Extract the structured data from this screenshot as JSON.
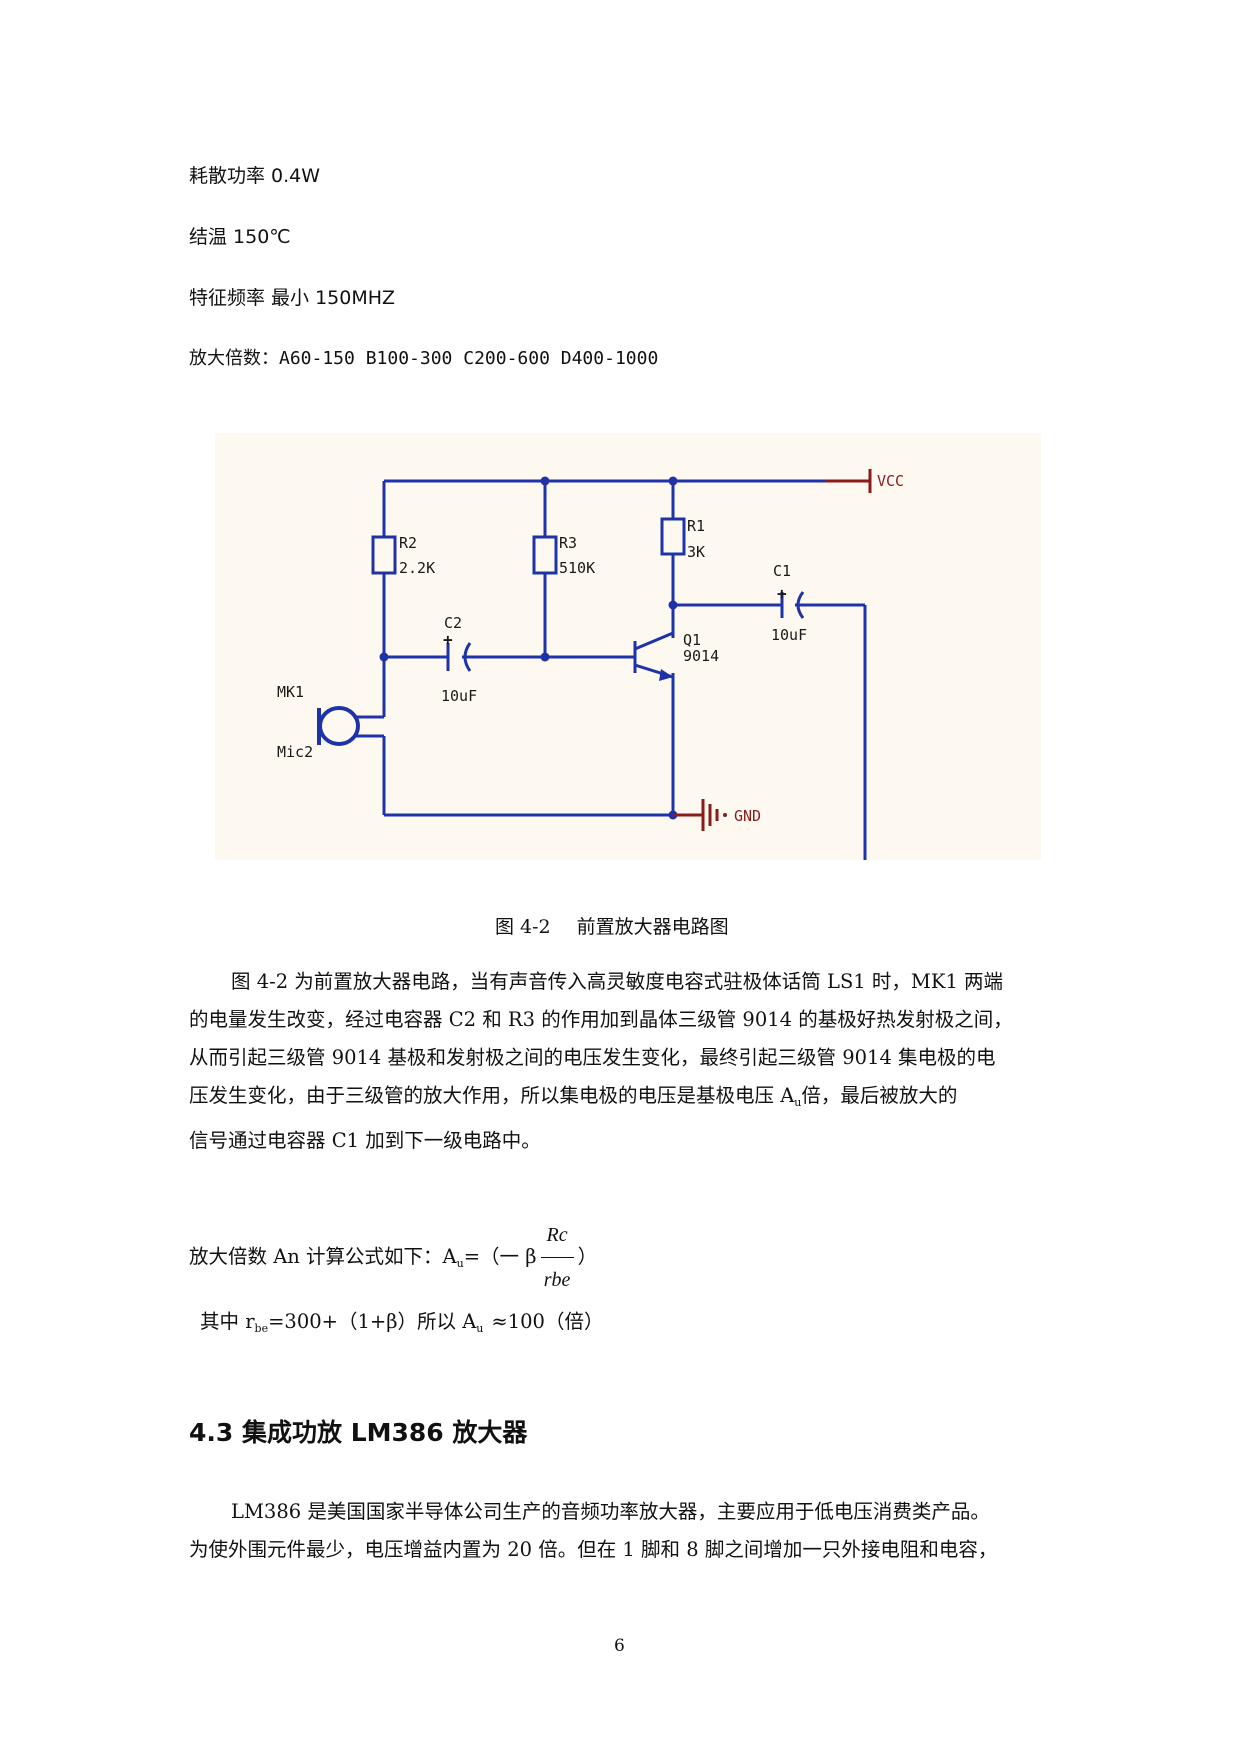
{
  "specs": [
    "耗散功率  0.4W",
    "结温  150℃",
    "特征频率  最小  150MHZ",
    "放大倍数：A60-150 B100-300 C200-600 D400-1000"
  ],
  "circuit": {
    "labels": {
      "vcc": "VCC",
      "gnd": "GND",
      "r1_name": "R1",
      "r1_value": "3K",
      "r2_name": "R2",
      "r2_value": "2.2K",
      "r3_name": "R3",
      "r3_value": "510K",
      "c1_name": "C1",
      "c1_value": "10uF",
      "c2_name": "C2",
      "c2_value": "10uF",
      "q1_name": "Q1",
      "q1_value": "9014",
      "mk1_name": "MK1",
      "mk1_value": "Mic2",
      "plus": "+"
    },
    "colors": {
      "wire": "#1f33a8",
      "power": "#8b1c1c",
      "background": "#fdf8f0"
    }
  },
  "caption": {
    "number": "图 4-2",
    "title": "前置放大器电路图"
  },
  "paragraph1": {
    "lines": [
      "图 4-2 为前置放大器电路，当有声音传入高灵敏度电容式驻极体话筒 LS1 时，MK1 两端",
      "的电量发生改变，经过电容器 C2 和 R3 的作用加到晶体三级管 9014 的基极好热发射极之间，",
      "从而引起三级管 9014 基极和发射极之间的电压发生变化，最终引起三级管 9014 集电极的电",
      "压发生变化，由于三级管的放大作用，所以集电极的电压是基极电压 A"
    ],
    "line4_sub": "u",
    "line4_tail": "倍，最后被放大的",
    "line5": "信号通过电容器 C1 加到下一级电路中。"
  },
  "formula": {
    "prefix": "放大倍数 An 计算公式如下：A",
    "sub": "u",
    "eq": "=（一 β",
    "numerator": "Rc",
    "denominator": "rbe",
    "close": "）"
  },
  "where": {
    "prefix": "其中 r",
    "sub": "be",
    "mid": "=300+（1+β）所以 A",
    "sub2": "u",
    "tail": "≈100（倍）"
  },
  "heading": "4.3 集成功放 LM386 放大器",
  "paragraph2": {
    "lines": [
      "LM386 是美国国家半导体公司生产的音频功率放大器，主要应用于低电压消费类产品。",
      "为使外围元件最少，电压增益内置为 20 倍。但在 1 脚和 8 脚之间增加一只外接电阻和电容，"
    ]
  },
  "page_number": "6"
}
